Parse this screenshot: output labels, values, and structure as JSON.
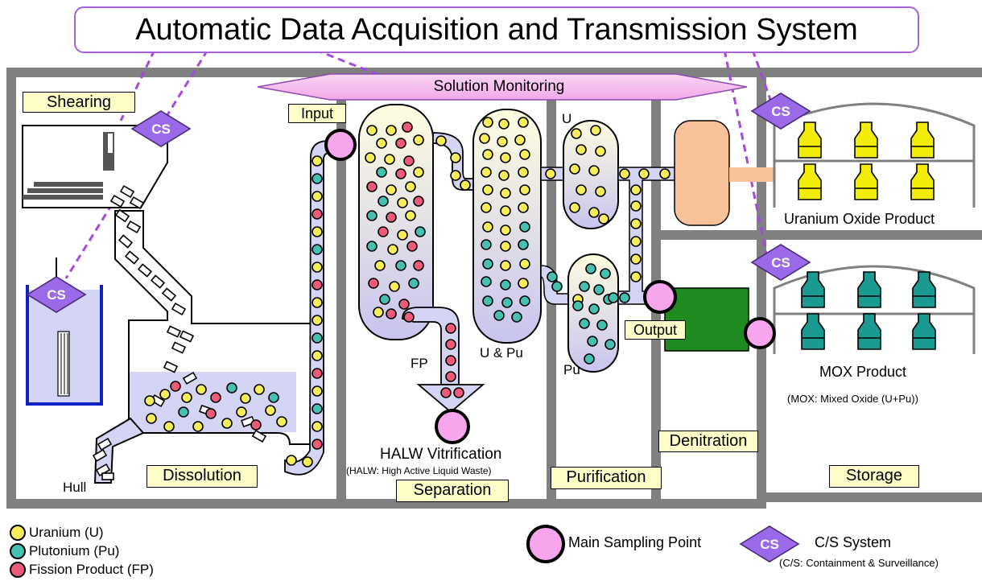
{
  "title": "Automatic Data Acquisition and Transmission System",
  "banner": "Solution Monitoring",
  "sections": {
    "shearing": "Shearing",
    "dissolution": "Dissolution",
    "separation": "Separation",
    "purification": "Purification",
    "denitration": "Denitration",
    "storage": "Storage"
  },
  "labels": {
    "input": "Input",
    "output": "Output",
    "hull": "Hull",
    "fp": "FP",
    "u_pu": "U & Pu",
    "u": "U",
    "pu": "Pu",
    "halw": "HALW Vitrification",
    "halw_note": "(HALW: High Active Liquid Waste)",
    "uranium_product": "Uranium  Oxide  Product",
    "mox_product": "MOX Product",
    "mox_note": "(MOX: Mixed Oxide (U+Pu))",
    "cs": "CS"
  },
  "legend": {
    "uranium": "Uranium  (U)",
    "plutonium": "Plutonium  (Pu)",
    "fp": "Fission Product (FP)",
    "sampling": "Main Sampling Point",
    "cs_system": "C/S System",
    "cs_note": "(C/S: Containment & Surveillance)"
  },
  "colors": {
    "uranium": "#f7ec5a",
    "plutonium": "#44c0b0",
    "fp": "#ef5a7a",
    "sampling": "#f7a6ee",
    "cs": "#9a6ae8",
    "dashed": "#a348e0",
    "wall": "#808080",
    "solution": "#d4d4f4",
    "label_bg": "#fffcc8",
    "uranium_bottle": "#f2ec08",
    "mox_bottle": "#1a9a90",
    "denitration_box": "#1f8a1f",
    "denitrator": "#f8c39a"
  }
}
